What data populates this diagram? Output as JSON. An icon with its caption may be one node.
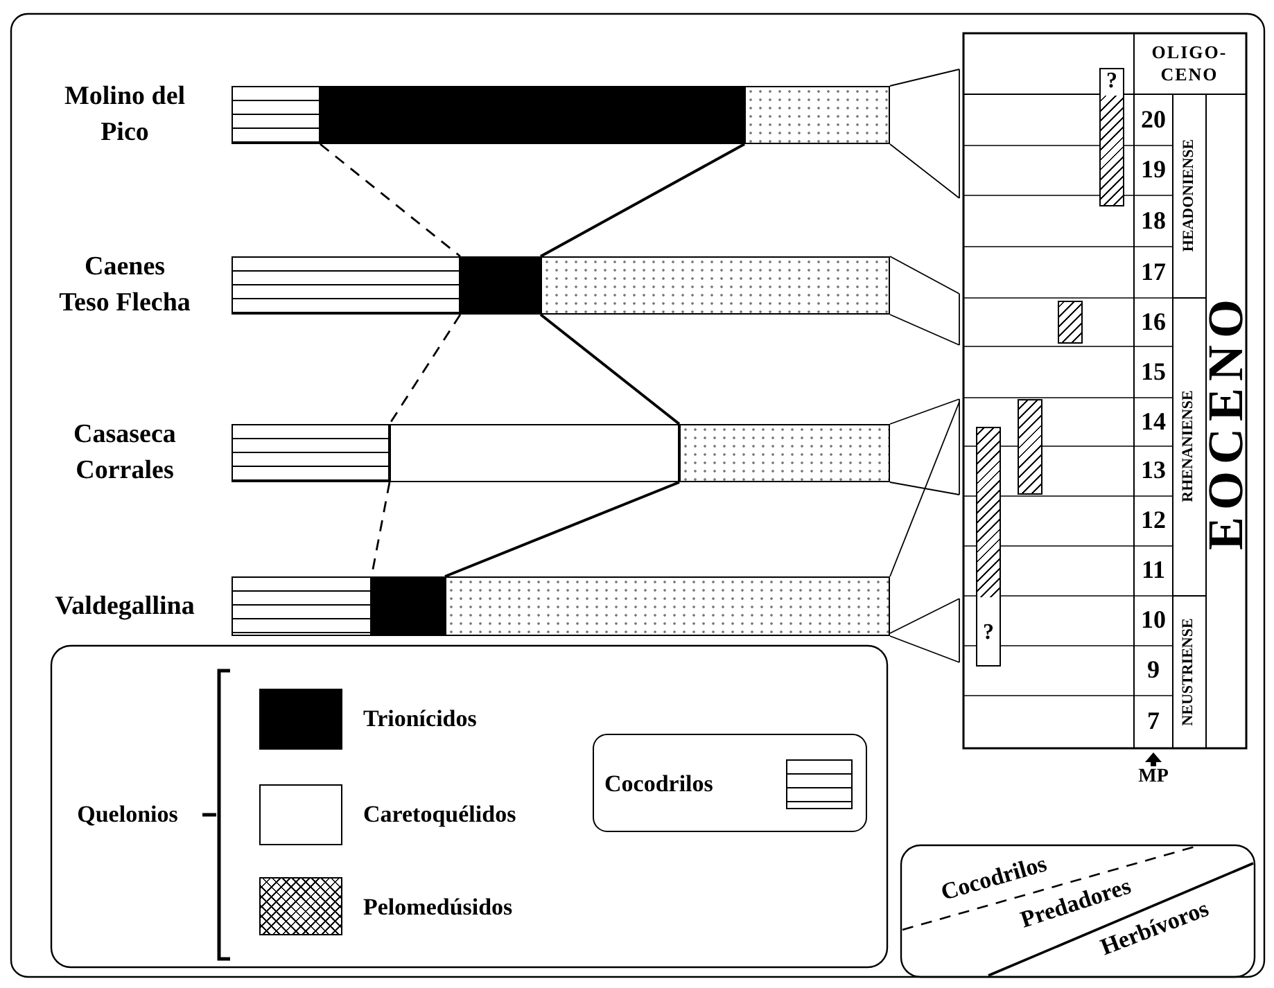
{
  "diagram": {
    "nodes": [
      {
        "text": [],
        "shape": "bar",
        "beside": [
          "Molino del Pico"
        ]
      },
      {
        "text": [],
        "shape": "bar",
        "in": 0
      },
      {
        "text": [],
        "shape": "bar",
        "in": 0
      },
      {
        "text": [],
        "shape": "bar",
        "in": 0
      },
      {
        "text": [],
        "shape": "bar",
        "beside": [
          "Caenes Teso Flecha"
        ]
      },
      {
        "text": [],
        "shape": "bar",
        "in": 4
      },
      {
        "text": [],
        "shape": "bar",
        "in": 4
      },
      {
        "text": [],
        "shape": "bar",
        "in": 4
      },
      {
        "text": [],
        "shape": "bar",
        "beside": [
          "Casaseca Corrales"
        ]
      },
      {
        "text": [],
        "shape": "bar",
        "in": 8
      },
      {
        "text": [],
        "shape": "bar",
        "in": 8
      },
      {
        "text": [],
        "shape": "bar",
        "in": 8
      },
      {
        "text": [],
        "shape": "bar",
        "beside": [
          "Valdegallina"
        ]
      },
      {
        "text": [],
        "shape": "bar",
        "in": 12
      },
      {
        "text": [],
        "shape": "bar",
        "in": 12
      },
      {
        "text": [],
        "shape": "bar",
        "in": 12
      },
      {
        "text": [
          "?"
        ]
      },
      {
        "text": [],
        "shape": "bar"
      },
      {
        "text": [],
        "shape": "bar"
      },
      {
        "text": [
          "?"
        ]
      }
    ],
    "edges": [
      {
        "from": 2,
        "to": 6,
        "arrow": "none",
        "style": "dashed"
      },
      {
        "from": 6,
        "to": 10,
        "arrow": "none",
        "style": "dashed"
      },
      {
        "from": 10,
        "to": 14,
        "arrow": "none",
        "style": "dashed"
      },
      {
        "from": 2,
        "to": 6,
        "arrow": "none"
      },
      {
        "from": 6,
        "to": 10,
        "arrow": "none"
      },
      {
        "from": 10,
        "to": 14,
        "arrow": "none"
      }
    ],
    "labels": [
      "OLIGO- CENO",
      "20",
      "19",
      "18",
      "17",
      "16",
      "15",
      "14",
      "13",
      "12",
      "11",
      "10",
      "9",
      "7",
      "HEADONIENSE",
      "RHENANIENSE",
      "NEUSTRIENSE",
      "EOCENO",
      "MP",
      "Quelonios",
      "Cocodrilos",
      "Predadores",
      "Herbívoros"
    ],
    "legend": [
      {
        "text": "Trionícidos",
        "color": "#000000"
      },
      {
        "text": "Caretoquélidos",
        "color": "#ffffff"
      },
      {
        "text": "Pelomedúsidos"
      },
      {
        "text": "Cocodrilos"
      }
    ]
  }
}
